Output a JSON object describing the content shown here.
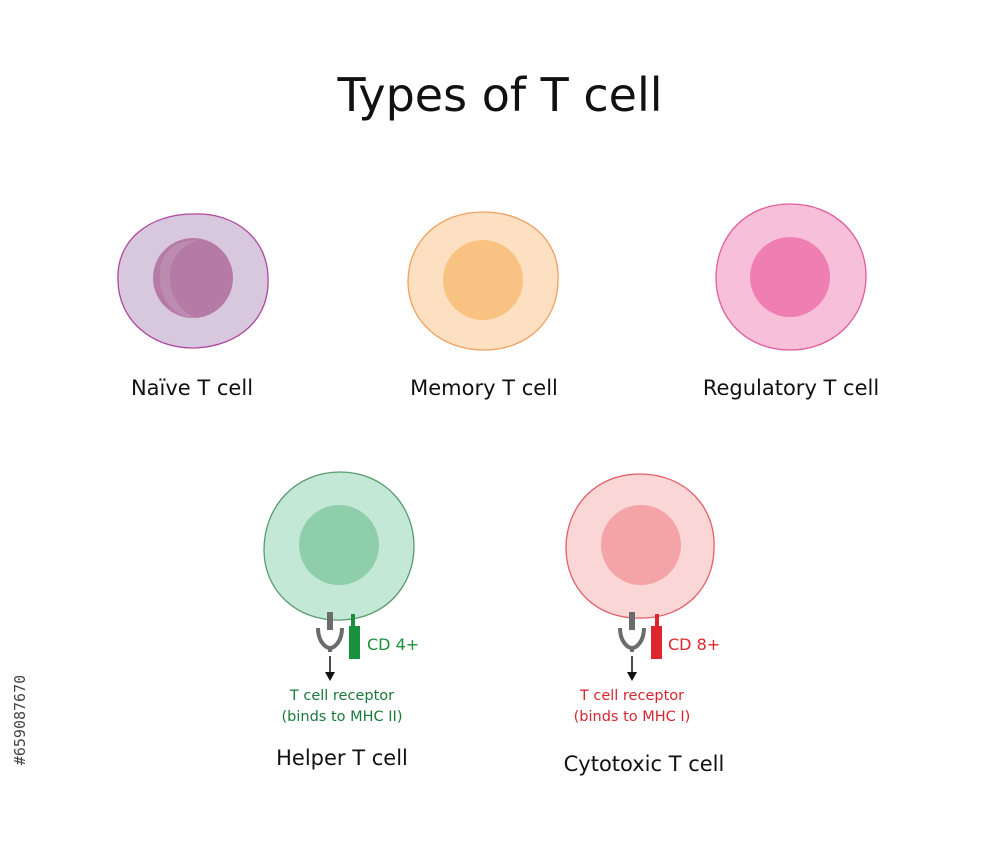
{
  "title": "Types of T cell",
  "cells": {
    "naive": {
      "label": "Naïve T cell",
      "body_color": "#d8c8dd",
      "border_color": "#b0479e",
      "nucleus_color": "#b57ba6"
    },
    "memory": {
      "label": "Memory T cell",
      "body_color": "#fde0c2",
      "border_color": "#f0a05e",
      "nucleus_color": "#f9c283"
    },
    "regulatory": {
      "label": "Regulatory T cell",
      "body_color": "#f8bfd8",
      "border_color": "#e05c9f",
      "nucleus_color": "#ef7eb3"
    },
    "helper": {
      "label": "Helper T cell",
      "body_color": "#c3e9d6",
      "border_color": "#5a9a6e",
      "nucleus_color": "#8fceaa",
      "marker": "CD 4+",
      "marker_color": "#1a8f3c",
      "receptor_line1": "T cell receptor",
      "receptor_line2": "(binds to MHC II)",
      "receptor_text_color": "#1a7a3c"
    },
    "cytotoxic": {
      "label": "Cytotoxic T cell",
      "body_color": "#fbd6d6",
      "border_color": "#e0606a",
      "nucleus_color": "#f4a3a6",
      "marker": "CD 8+",
      "marker_color": "#e0262d",
      "receptor_line1": "T cell receptor",
      "receptor_line2": "(binds to MHC I)",
      "receptor_text_color": "#d8262e"
    }
  },
  "receptor_color": "#6b6b6b",
  "watermark_id": "#659087670"
}
